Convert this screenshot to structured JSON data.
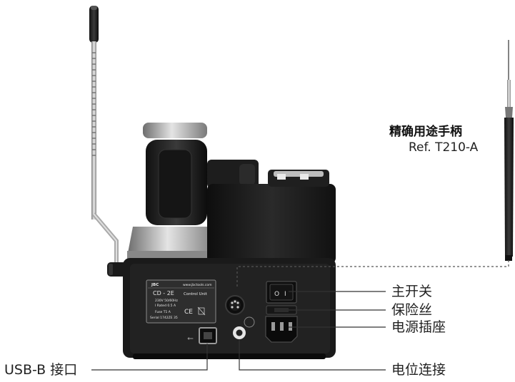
{
  "handpiece": {
    "name": "精确用途手柄",
    "ref": "Ref. T210-A"
  },
  "callouts": {
    "main_switch": "主开关",
    "fuse": "保险丝",
    "power_socket": "电源插座",
    "potential_connection": "电位连接",
    "usb_b": "USB-B 接口"
  },
  "rating_plate": {
    "brand": "JBC",
    "website": "www.jbctools.com",
    "model": "CD - 2E",
    "unit_type": "Control Unit",
    "voltage": "230V 50/60Hz",
    "current": "I Rated 0.5 A",
    "fuse": "Fuse  T1 A",
    "serial": "Serial 1742ZE  35"
  },
  "switch": {
    "on_mark": "I",
    "off_mark": "O"
  },
  "colors": {
    "body": "#1b1b1b",
    "panel": "#2a2a2a",
    "metal": "#b9b9b9",
    "leader": "#333333"
  }
}
